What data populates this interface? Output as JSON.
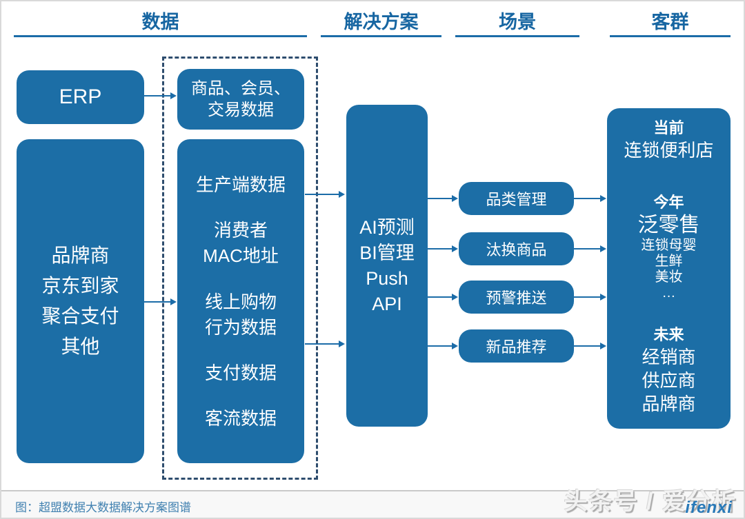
{
  "headers": {
    "data": "数据",
    "solution": "解决方案",
    "scene": "场景",
    "customer": "客群"
  },
  "nodes": {
    "erp": {
      "label": "ERP"
    },
    "sources": {
      "lines": [
        "品牌商",
        "京东到家",
        "聚合支付",
        "其他"
      ]
    },
    "goods": {
      "lines": [
        "商品、会员、",
        "交易数据"
      ]
    },
    "collected": {
      "groups": [
        [
          "生产端数据"
        ],
        [
          "消费者",
          "MAC地址"
        ],
        [
          "线上购物",
          "行为数据"
        ],
        [
          "支付数据"
        ],
        [
          "客流数据"
        ]
      ]
    },
    "solution": {
      "lines": [
        "AI预测",
        "BI管理",
        "Push",
        "API"
      ]
    },
    "scenarios": [
      "品类管理",
      "汰换商品",
      "预警推送",
      "新品推荐"
    ],
    "customer": {
      "sections": [
        {
          "title": "当前",
          "items": [
            "连锁便利店"
          ]
        },
        {
          "title": "今年",
          "items": [
            "泛零售",
            "连锁母婴",
            "生鲜",
            "美妆",
            "…"
          ]
        },
        {
          "title": "未来",
          "items": [
            "经销商",
            "供应商",
            "品牌商"
          ]
        }
      ]
    }
  },
  "caption": "图：超盟数据大数据解决方案图谱",
  "watermark": {
    "text": "头条号 / 爱分析",
    "logo": "ifenxi"
  },
  "colors": {
    "node_fill": "#1c6ea6",
    "accent_blue": "#1b6ca8",
    "dashed_border": "#2e4d6e",
    "caption_text": "#4181b0"
  }
}
